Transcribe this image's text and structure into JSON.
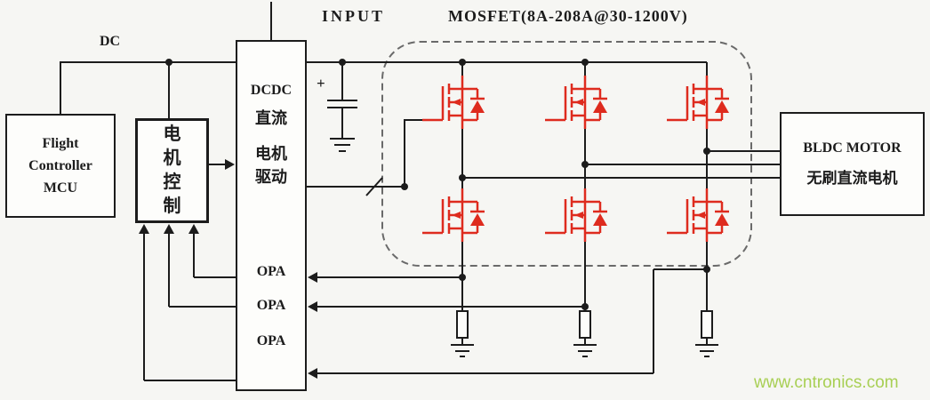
{
  "colors": {
    "background": "#f6f6f3",
    "wire": "#1c1c1c",
    "mosfet_red": "#de2b1e",
    "watermark_green": "#a8cf54"
  },
  "top_labels": {
    "dc": "DC",
    "input": "INPUT",
    "mosfet_rating": "MOSFET(8A-208A@30-1200V)",
    "capacitor_plus": "+"
  },
  "flight_controller": {
    "line1": "Flight",
    "line2": "Controller",
    "line3": "MCU"
  },
  "motor_control": {
    "char1": "电",
    "char2": "机",
    "char3": "控",
    "char4": "制"
  },
  "driver": {
    "dcdc_line1": "DCDC",
    "dcdc_line2": "直流",
    "drive_line1": "电机",
    "drive_line2": "驱动",
    "opa1": "OPA",
    "opa2": "OPA",
    "opa3": "OPA"
  },
  "motor": {
    "line1": "BLDC MOTOR",
    "line2": "无刷直流电机"
  },
  "watermark": "www.cntronics.com"
}
